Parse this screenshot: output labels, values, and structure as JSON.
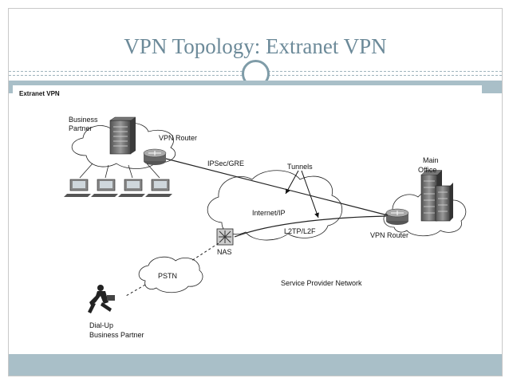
{
  "slide": {
    "title": "VPN Topology: Extranet VPN"
  },
  "diagram": {
    "heading": "Extranet VPN",
    "labels": {
      "business_partner_line1": "Business",
      "business_partner_line2": "Partner",
      "vpn_router_left": "VPN Router",
      "ipsec_gre": "IPSec/GRE",
      "tunnels": "Tunnels",
      "main_office_line1": "Main",
      "main_office_line2": "Office",
      "internet_ip": "Internet/IP",
      "l2tp_l2f": "L2TP/L2F",
      "vpn_router_right": "VPN Router",
      "nas": "NAS",
      "pstn": "PSTN",
      "service_provider_network": "Service Provider Network",
      "dialup_line1": "Dial-Up",
      "dialup_line2": "Business Partner"
    }
  },
  "colors": {
    "title": "#6c8a99",
    "band": "#a9bfc8",
    "accent_ring": "#7f9ca8"
  }
}
